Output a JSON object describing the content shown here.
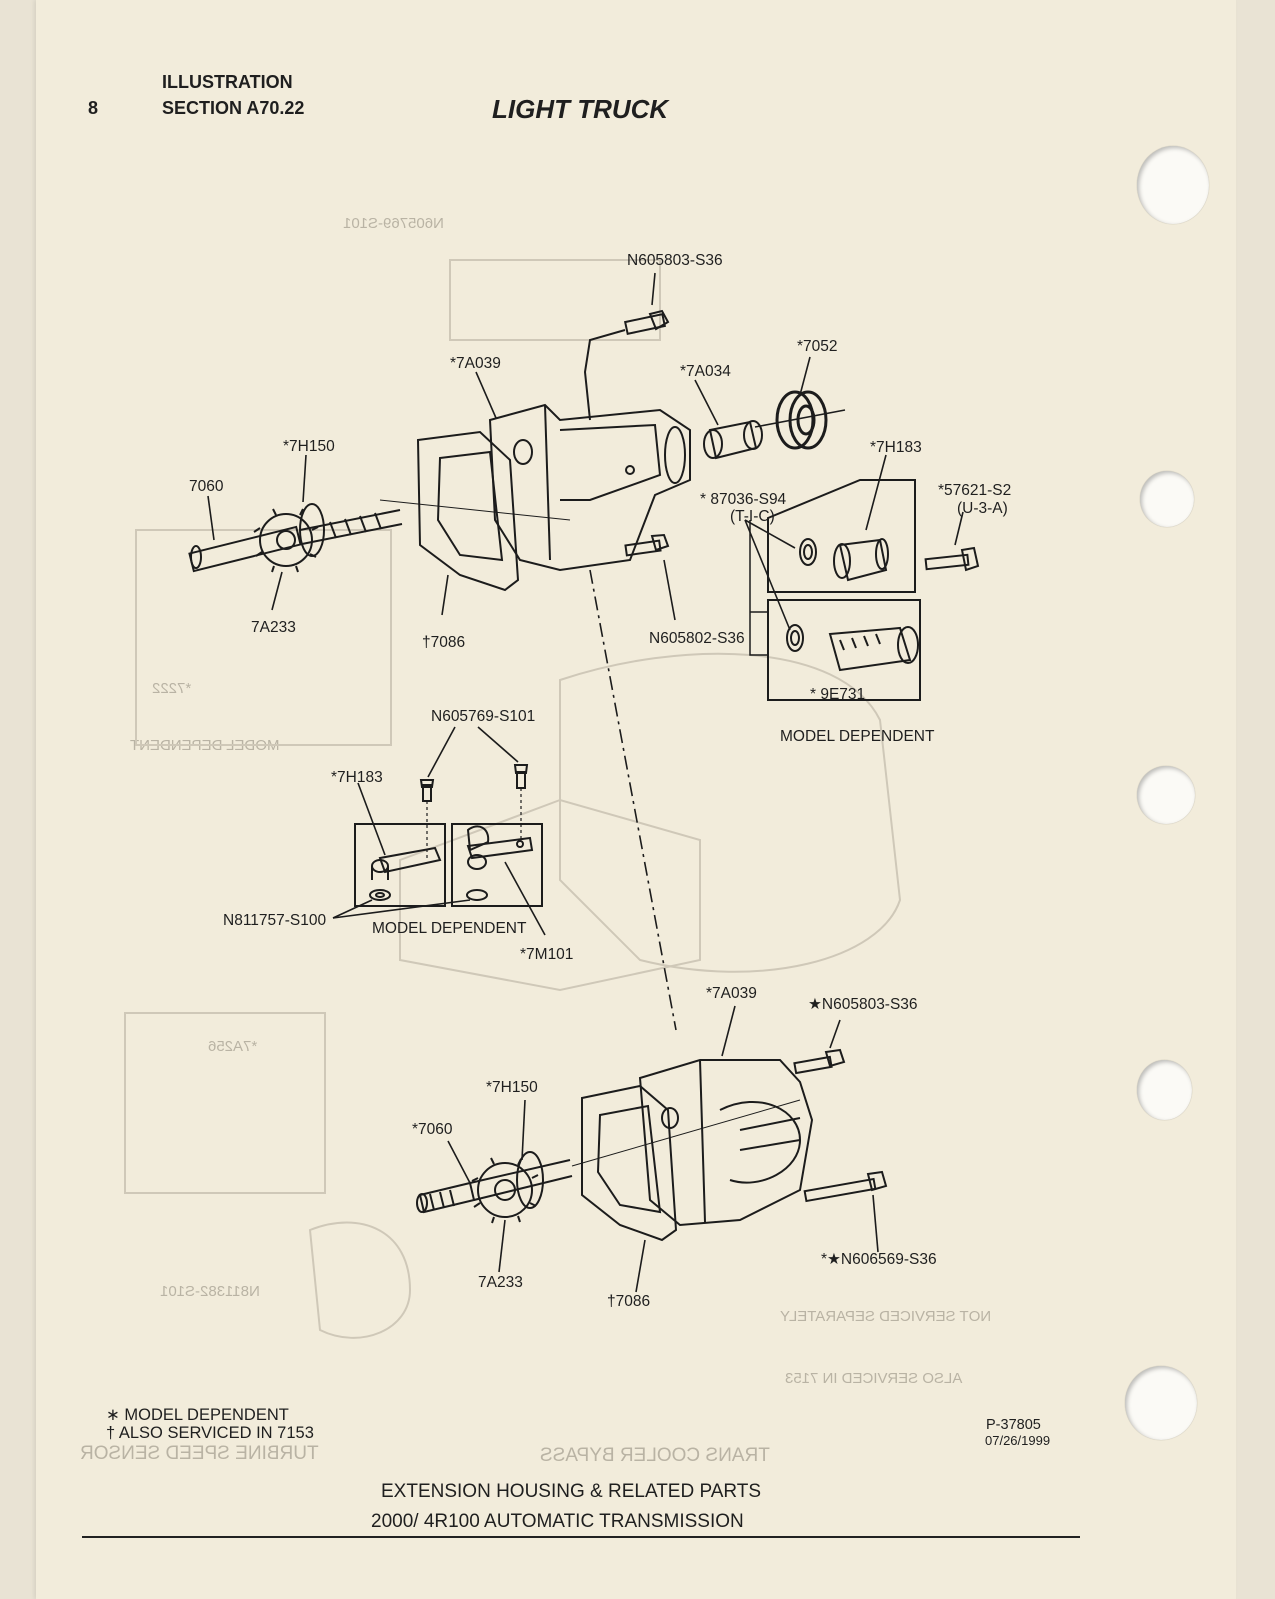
{
  "header": {
    "page_number": "8",
    "illustration": "ILLUSTRATION",
    "section": "SECTION A70.22",
    "title": "LIGHT TRUCK"
  },
  "top_labels": {
    "bolt_top": "N605803-S36",
    "housing": "*7A039",
    "bushing": "*7A034",
    "seal": "*7052",
    "sensor": "*7H183",
    "gear_drive": "*7H150",
    "shaft": "7060",
    "o_ring": "* 87036-S94",
    "o_ring_sub": "(T-I-C)",
    "bolt_right": "*57621-S2",
    "bolt_right_sub": "(U-3-A)",
    "gear_driven": "7A233",
    "gasket": "†7086",
    "bolt_mid": "N605802-S36",
    "gear_speedo": "* 9E731",
    "model_dependent": "MODEL DEPENDENT"
  },
  "mid_labels": {
    "bolts": "N605769-S101",
    "sensor": "*7H183",
    "washer": "N811757-S100",
    "model_dependent": "MODEL DEPENDENT",
    "bracket": "*7M101"
  },
  "bottom_labels": {
    "housing": "*7A039",
    "bolt_top": "★N605803-S36",
    "gear_drive": "*7H150",
    "shaft": "*7060",
    "bolt_long": "*★N606569-S36",
    "gear_driven": "7A233",
    "gasket": "†7086"
  },
  "legend": {
    "line1": "∗ MODEL DEPENDENT",
    "line2": "† ALSO SERVICED IN 7153"
  },
  "figure_id": {
    "number": "P-37805",
    "date": "07/26/1999"
  },
  "caption": {
    "line1": "EXTENSION HOUSING & RELATED PARTS",
    "line2": "2000/ 4R100 AUTOMATIC TRANSMISSION"
  },
  "bleed_through": [
    "MODEL DEPENDENT",
    "N605769-S101",
    "*7222",
    "*7A256",
    "N811382-S101",
    "TRANS COOLER BYPASS",
    "TURBINE SPEED SENSOR",
    "NOT SERVICED SEPARATELY",
    "ALSO SERVICED IN 7153"
  ]
}
